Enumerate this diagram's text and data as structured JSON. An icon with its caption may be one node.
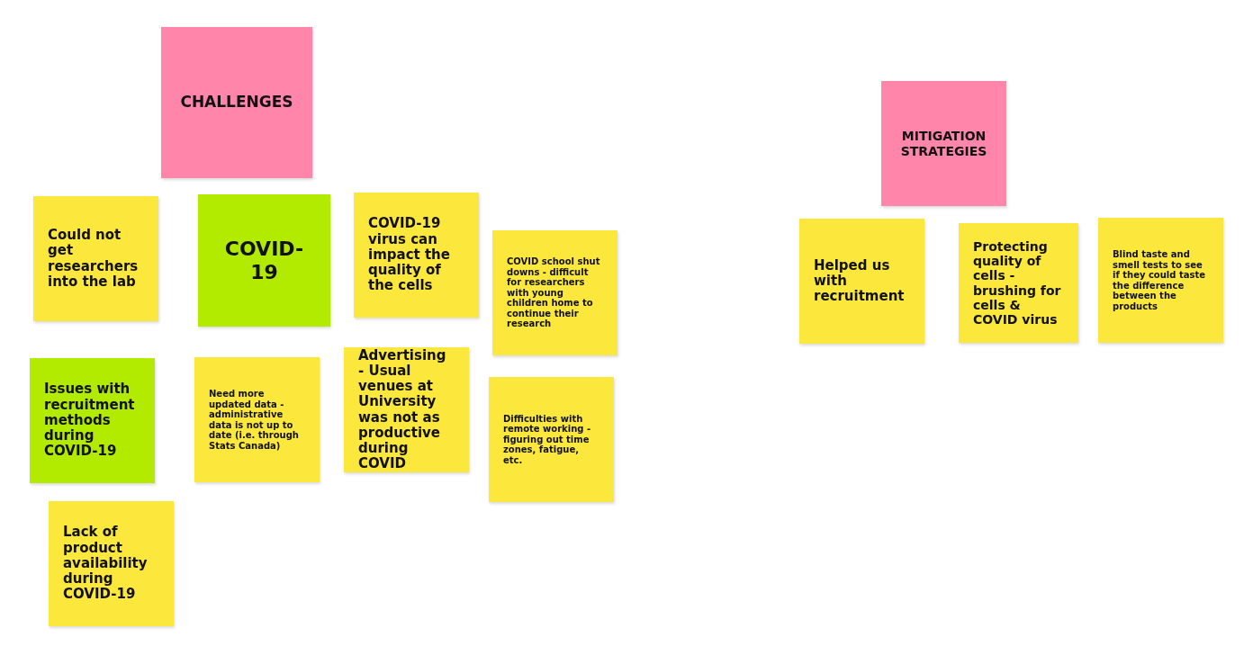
{
  "diagram": {
    "nodes": [
      {
        "text": [
          "CHALLENGES"
        ]
      },
      {
        "text": [
          "Could not get researchers into the lab"
        ]
      },
      {
        "text": [
          "COVID-19"
        ]
      },
      {
        "text": [
          "COVID-19 virus can impact the quality of the cells"
        ]
      },
      {
        "text": [
          "COVID school shut downs - difficult for researchers with young children home to continue their research"
        ]
      },
      {
        "text": [
          "Issues with recruitment methods during COVID-19"
        ]
      },
      {
        "text": [
          "Need more updated data - administrative data is not up to date (i.e. through Stats Canada)"
        ]
      },
      {
        "text": [
          "Advertising - Usual venues at University was not as productive during COVID"
        ]
      },
      {
        "text": [
          "Difficulties with remote working - figuring out time zones, fatigue, etc."
        ]
      },
      {
        "text": [
          "Lack of product availability during COVID-19"
        ]
      },
      {
        "text": [
          "MITIGATION STRATEGIES"
        ]
      },
      {
        "text": [
          "Helped us with recruitment"
        ]
      },
      {
        "text": [
          "Protecting quality of cells - brushing for cells & COVID virus"
        ]
      },
      {
        "text": [
          "Blind taste and smell tests to see if they could taste the difference between the products"
        ]
      }
    ],
    "edges": []
  }
}
